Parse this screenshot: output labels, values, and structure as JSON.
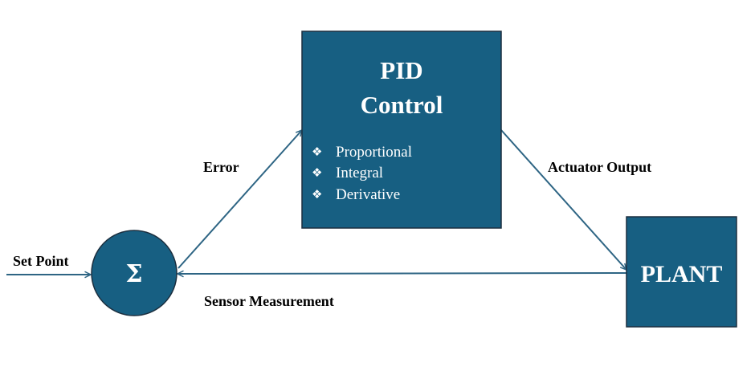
{
  "nodes": {
    "pid": {
      "title_line1": "PID",
      "title_line2": "Control",
      "terms": [
        {
          "label": "Proportional"
        },
        {
          "label": "Integral"
        },
        {
          "label": "Derivative"
        }
      ],
      "bullet_glyph": "❖"
    },
    "plant": {
      "label": "PLANT"
    },
    "summing_junction": {
      "symbol": "Σ"
    }
  },
  "edges": {
    "set_point": "Set Point",
    "error": "Error",
    "actuator_output": "Actuator Output",
    "sensor_measurement": "Sensor Measurement"
  },
  "colors": {
    "block_fill": "#175f82",
    "block_border": "#1c2f3f",
    "arrow": "#2e6584",
    "block_text": "#ffffff",
    "label_text": "#000000"
  }
}
